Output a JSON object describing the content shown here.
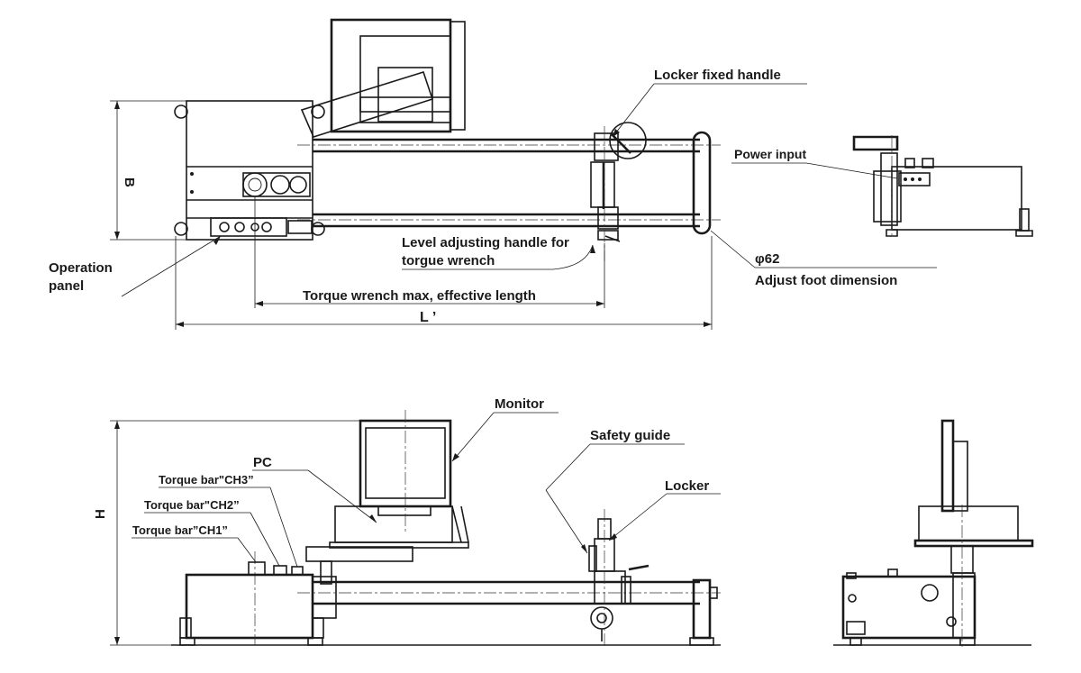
{
  "labels": {
    "locker_fixed_handle": "Locker fixed handle",
    "power_input": "Power input",
    "level_handle_line1": "Level adjusting handle for",
    "level_handle_line2": "torgue wrench",
    "phi62": "φ62",
    "adjust_foot": "Adjust foot dimension",
    "operation_panel_line1": "Operation",
    "operation_panel_line2": "panel",
    "torque_wrench_length": "Torque wrench max, effective length",
    "l_prime": "L ’",
    "b_dim": "B",
    "h_dim": "H",
    "monitor": "Monitor",
    "safety_guide": "Safety guide",
    "pc": "PC",
    "locker": "Locker",
    "torque_bar_ch3": "Torque bar\"CH3”",
    "torque_bar_ch2": "Torque bar\"CH2”",
    "torque_bar_ch1": "Torque bar”CH1”"
  }
}
